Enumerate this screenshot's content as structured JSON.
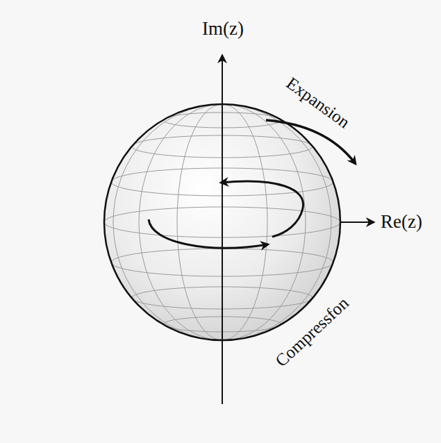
{
  "diagram": {
    "labels": [
      "Im(z)",
      "Re(z)",
      "Expansion",
      "Compressfon"
    ]
  }
}
